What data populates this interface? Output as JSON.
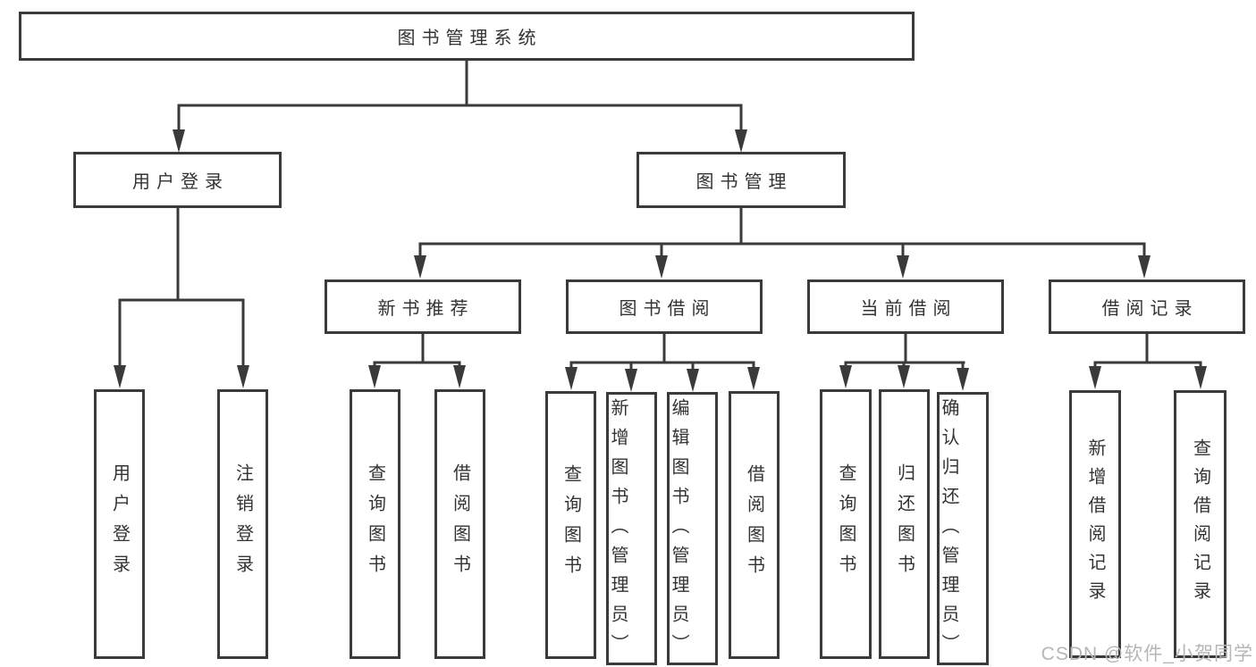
{
  "root": {
    "label": "图书管理系统"
  },
  "level2": [
    {
      "label": "用户登录"
    },
    {
      "label": "图书管理"
    }
  ],
  "level3": [
    {
      "label": "新书推荐"
    },
    {
      "label": "图书借阅"
    },
    {
      "label": "当前借阅"
    },
    {
      "label": "借阅记录"
    }
  ],
  "leaves": {
    "user_login": [
      {
        "label": "用户登录"
      },
      {
        "label": "注销登录"
      }
    ],
    "new_books": [
      {
        "label": "查询图书"
      },
      {
        "label": "借阅图书"
      }
    ],
    "book_borrow": [
      {
        "label": "查询图书"
      },
      {
        "label": "新增图书（管理员）"
      },
      {
        "label": "编辑图书（管理员）"
      },
      {
        "label": "借阅图书"
      }
    ],
    "current_borrow": [
      {
        "label": "查询图书"
      },
      {
        "label": "归还图书"
      },
      {
        "label": "确认归还（管理员）"
      }
    ],
    "borrow_records": [
      {
        "label": "新增借阅记录"
      },
      {
        "label": "查询借阅记录"
      }
    ]
  },
  "watermark": "CSDN @软件_小贺同学",
  "colors": {
    "line": "#3a3a3a",
    "text": "#333333",
    "background": "#ffffff",
    "watermark": "#b6b6b6"
  }
}
